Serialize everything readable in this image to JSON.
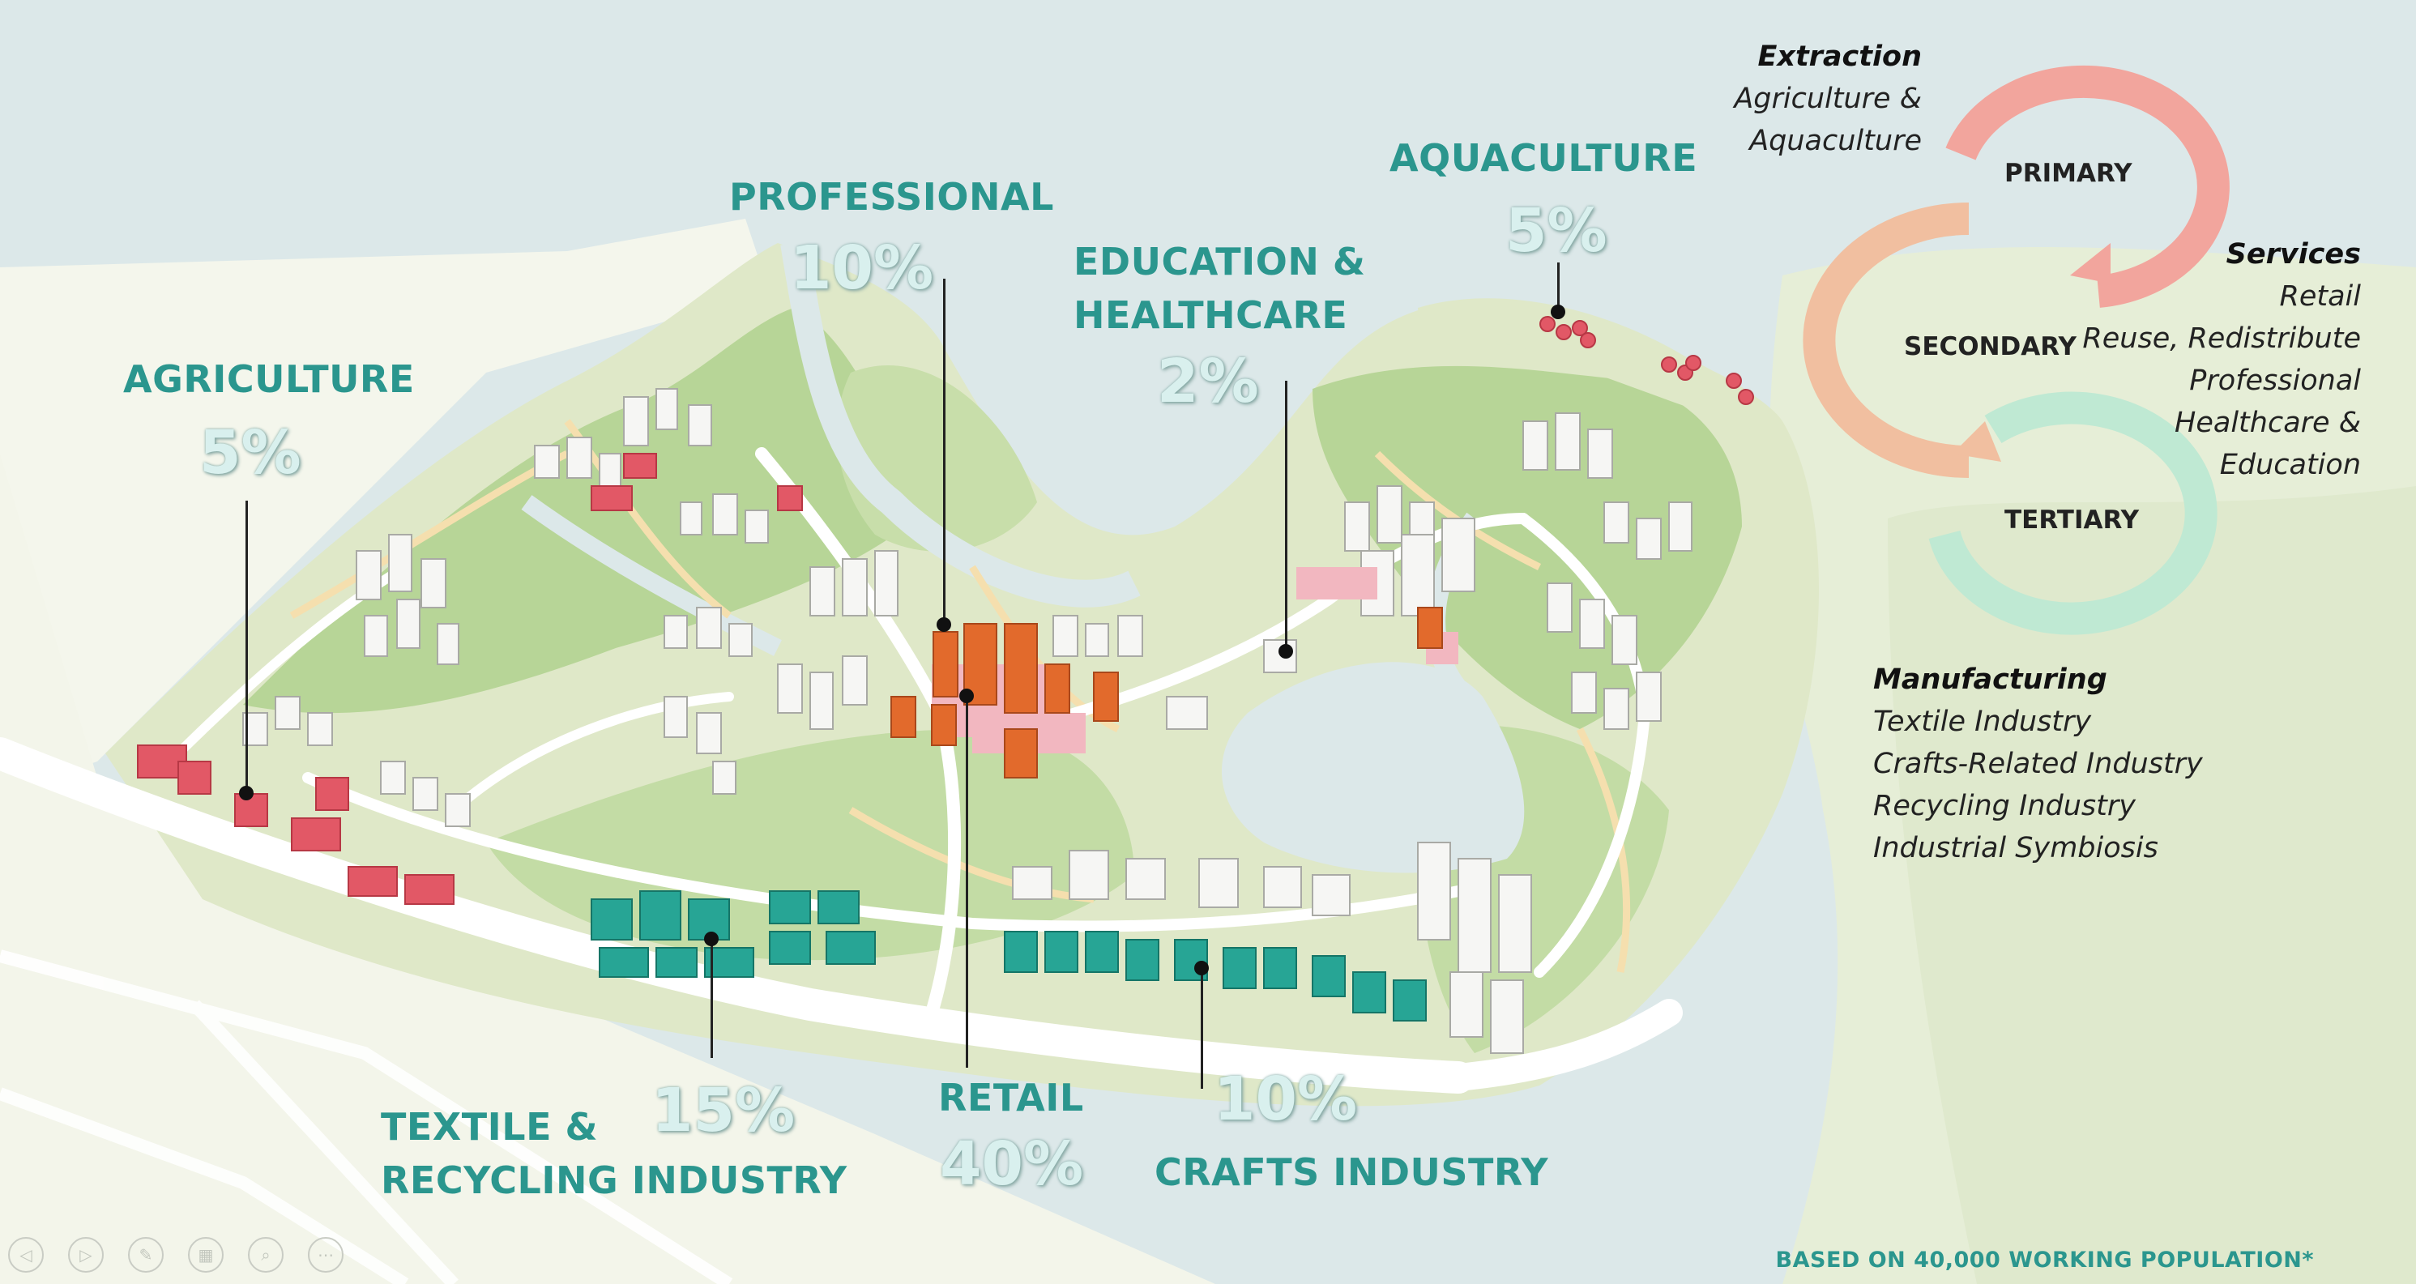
{
  "labels": {
    "agriculture": {
      "title": "AGRICULTURE",
      "percent": "5%"
    },
    "professional": {
      "title": "PROFESSIONAL",
      "percent": "10%"
    },
    "education": {
      "title_line1": "EDUCATION  &",
      "title_line2": "HEALTHCARE",
      "percent": "2%"
    },
    "aquaculture": {
      "title": "AQUACULTURE",
      "percent": "5%"
    },
    "textile": {
      "title_line1": "TEXTILE &",
      "title_line2": "RECYCLING INDUSTRY",
      "percent": "15%"
    },
    "retail": {
      "title": "RETAIL",
      "percent": "40%"
    },
    "crafts": {
      "title": "CRAFTS INDUSTRY",
      "percent": "10%"
    }
  },
  "sectors": {
    "primary": {
      "ring_label": "PRIMARY",
      "heading": "Extraction",
      "items": [
        "Agriculture &",
        "Aquaculture"
      ]
    },
    "secondary": {
      "ring_label": "SECONDARY",
      "heading": "Manufacturing",
      "items": [
        "Textile Industry",
        "Crafts-Related Industry",
        "Recycling Industry",
        "Industrial Symbiosis"
      ]
    },
    "tertiary": {
      "ring_label": "TERTIARY",
      "heading": "Services",
      "items": [
        "Retail",
        "Reuse, Redistribute",
        "Professional",
        "Healthcare &",
        "Education"
      ]
    }
  },
  "footnote": "BASED ON 40,000 WORKING POPULATION*",
  "controls": [
    {
      "name": "previous-slide-icon",
      "glyph": "◁"
    },
    {
      "name": "next-slide-icon",
      "glyph": "▷"
    },
    {
      "name": "pen-icon",
      "glyph": "✎"
    },
    {
      "name": "slides-grid-icon",
      "glyph": "▦"
    },
    {
      "name": "zoom-icon",
      "glyph": "⌕"
    },
    {
      "name": "more-options-icon",
      "glyph": "⋯"
    }
  ],
  "colors": {
    "water": "#dce8e9",
    "land": "#e2ebcf",
    "park": "#b7d597",
    "road": "#ffffff",
    "path": "#f5dfae",
    "label_teal": "#2b968e",
    "industry_teal": "#27a595",
    "agri_red": "#e25866",
    "retail_orange": "#e26a2c",
    "retail_pink": "#f2b7c0",
    "primary_ring": "#f2a59d",
    "secondary_ring": "#f1bfa0",
    "tertiary_ring": "#bfe9d3"
  }
}
